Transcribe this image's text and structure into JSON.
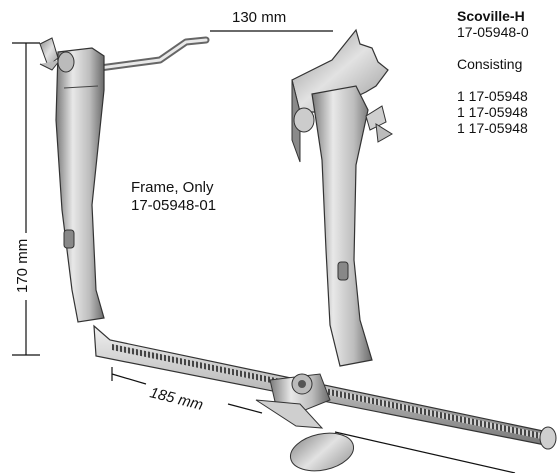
{
  "dimensions": {
    "top_width": "130 mm",
    "height": "170 mm",
    "bottom_width": "185 mm"
  },
  "frame_label": {
    "line1": "Frame, Only",
    "line2": "17-05948-01"
  },
  "info": {
    "title": "Scoville-H",
    "code": "17-05948-0",
    "consisting": "Consisting",
    "items": [
      "1 17-05948",
      "1 17-05948",
      "1 17-05948"
    ]
  },
  "colors": {
    "metal_light": "#e6e6e6",
    "metal_mid": "#b9b9b9",
    "metal_dark": "#6e6e6e",
    "line": "#111111"
  }
}
